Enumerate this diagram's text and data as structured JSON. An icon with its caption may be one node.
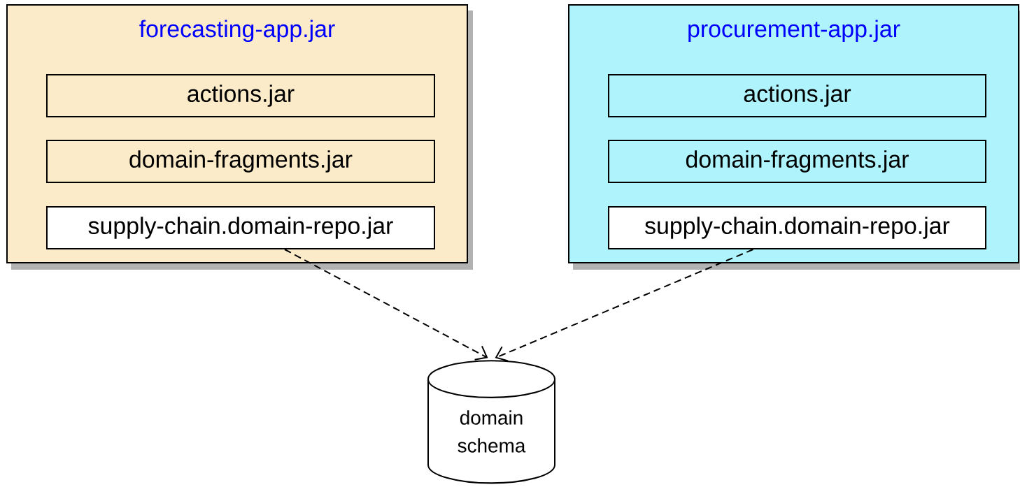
{
  "diagram": {
    "nodes": [
      {
        "text": [
          "forecasting-app.jar"
        ]
      },
      {
        "text": [
          "actions.jar"
        ],
        "in": 0
      },
      {
        "text": [
          "domain-fragments.jar"
        ],
        "in": 0
      },
      {
        "text": [
          "supply-chain.domain-repo.jar"
        ],
        "in": 0
      },
      {
        "text": [
          "procurement-app.jar"
        ]
      },
      {
        "text": [
          "actions.jar"
        ],
        "in": 4
      },
      {
        "text": [
          "domain-fragments.jar"
        ],
        "in": 4
      },
      {
        "text": [
          "supply-chain.domain-repo.jar"
        ],
        "in": 4
      },
      {
        "text": [
          "domain schema"
        ]
      }
    ],
    "edges": [
      {
        "from": 3,
        "to": 8,
        "arrow": "to",
        "style": "dashed"
      },
      {
        "from": 7,
        "to": 8,
        "arrow": "to",
        "style": "dashed"
      }
    ]
  }
}
